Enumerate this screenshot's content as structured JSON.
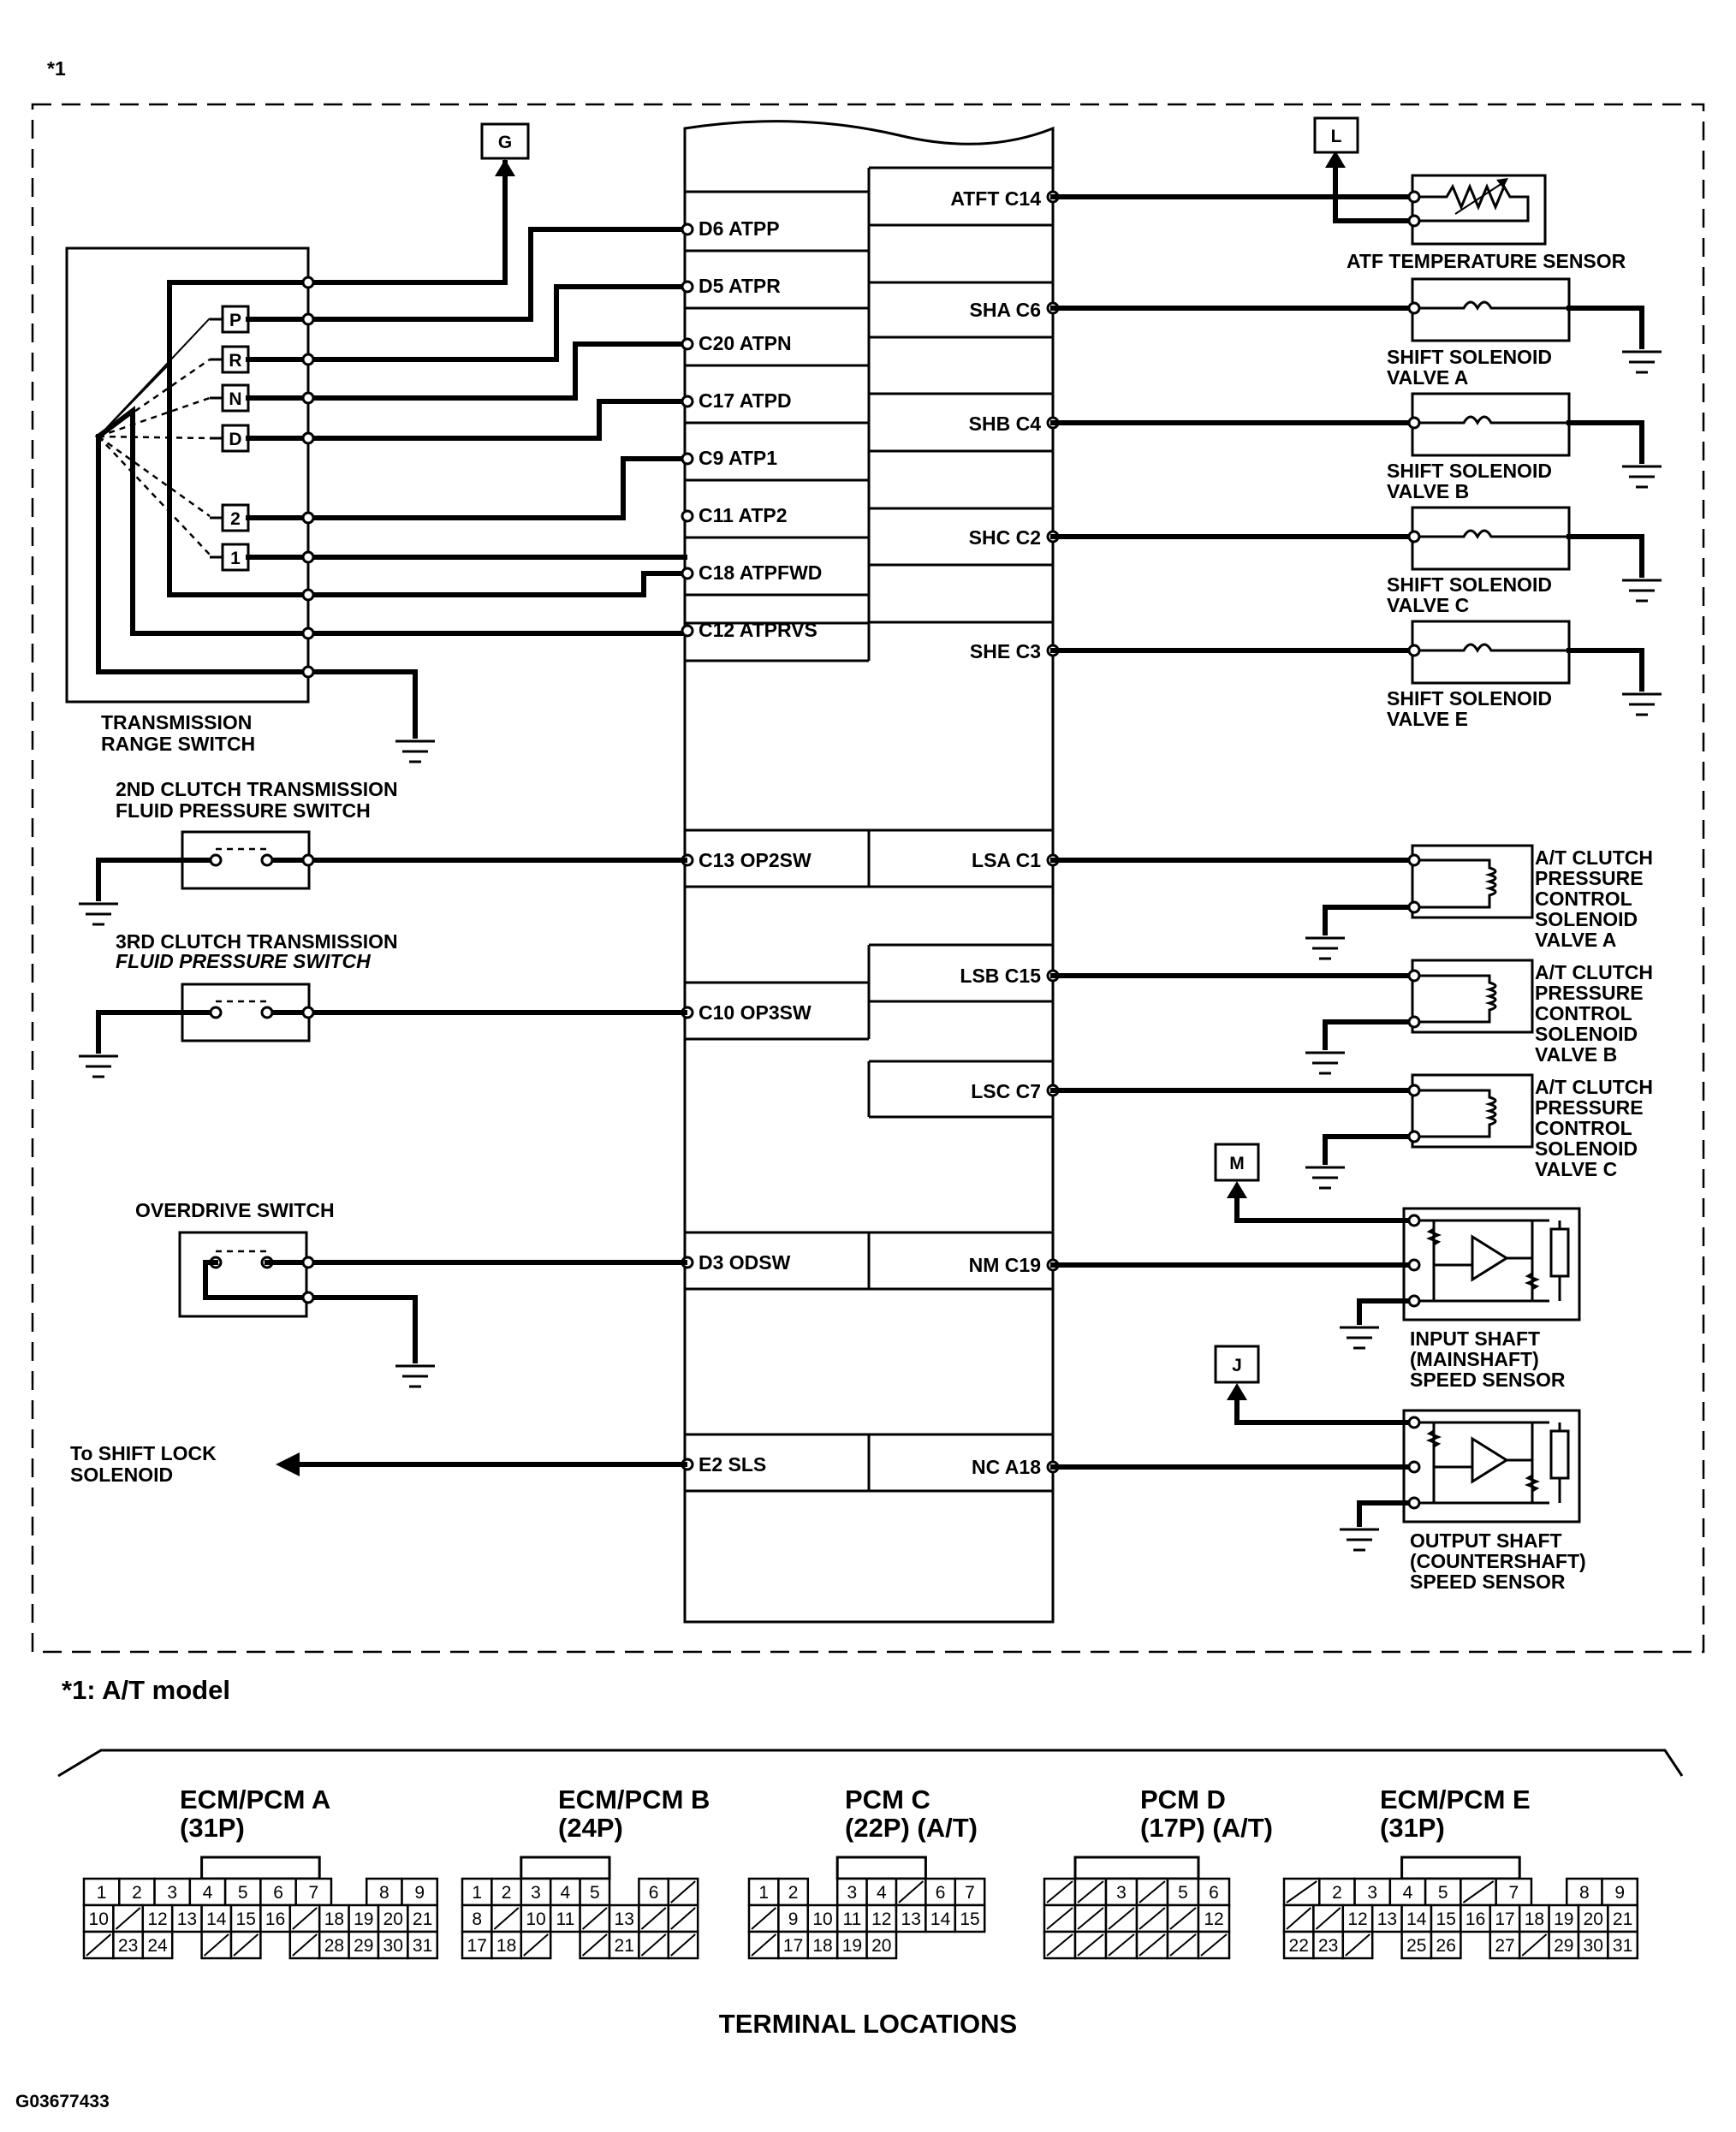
{
  "header": {
    "star_note": "*1"
  },
  "footnote": "*1: A/T model",
  "figure_code": "G03677433",
  "terminal_locations_title": "TERMINAL LOCATIONS",
  "connector_keys": {
    "G": "G",
    "L": "L",
    "M": "M",
    "J": "J"
  },
  "range_switch": {
    "label_line1": "TRANSMISSION",
    "label_line2": "RANGE SWITCH",
    "positions": [
      "P",
      "R",
      "N",
      "D",
      "2",
      "1"
    ]
  },
  "ecm_left_pins": [
    "D6 ATPP",
    "D5 ATPR",
    "C20  ATPN",
    "C17 ATPD",
    "C9 ATP1",
    "C11 ATP2",
    "C18 ATPFWD",
    "C12 ATPRVS",
    "C13 OP2SW",
    "C10 OP3SW",
    "D3 ODSW",
    "E2 SLS"
  ],
  "ecm_right_pins": [
    "ATFT C14",
    "SHA C6",
    "SHB C4",
    "SHC C2",
    "SHE C3",
    "LSA C1",
    "LSB C15",
    "LSC C7",
    "NM C19",
    "NC A18"
  ],
  "left_components": {
    "op2_line1": "2ND CLUTCH TRANSMISSION",
    "op2_line2": "FLUID PRESSURE SWITCH",
    "op3_line1": "3RD CLUTCH TRANSMISSION",
    "op3_line2": "FLUID PRESSURE SWITCH",
    "overdrive": "OVERDRIVE SWITCH",
    "shift_lock_line1": "To SHIFT LOCK",
    "shift_lock_line2": "SOLENOID"
  },
  "right_components": {
    "atf_sensor": "ATF TEMPERATURE SENSOR",
    "sol_line1": "SHIFT SOLENOID",
    "sol_a": "VALVE A",
    "sol_b": "VALVE B",
    "sol_c": "VALVE C",
    "sol_e": "VALVE E",
    "pc_line1": "A/T CLUTCH",
    "pc_line2": "PRESSURE",
    "pc_line3": "CONTROL",
    "pc_line4": "SOLENOID",
    "pc_a": "VALVE A",
    "pc_b": "VALVE B",
    "pc_c": "VALVE C",
    "input_line1": "INPUT SHAFT",
    "input_line2": "(MAINSHAFT)",
    "input_line3": "SPEED SENSOR",
    "output_line1": "OUTPUT SHAFT",
    "output_line2": "(COUNTERSHAFT)",
    "output_line3": "SPEED SENSOR"
  },
  "connectors": [
    {
      "name": "ECM/PCM A",
      "pins": "(31P)",
      "rows": [
        [
          "1",
          "2",
          "3",
          "4",
          "5",
          "6",
          "7",
          "",
          "8",
          "9"
        ],
        [
          "10",
          "/",
          "12",
          "13",
          "14",
          "15",
          "16",
          "/",
          "18",
          "19",
          "20",
          "21"
        ],
        [
          "/",
          "23",
          "24",
          "",
          "/",
          "/",
          "",
          "/",
          "28",
          "29",
          "30",
          "31"
        ]
      ]
    },
    {
      "name": "ECM/PCM B",
      "pins": "(24P)",
      "rows": [
        [
          "1",
          "2",
          "3",
          "4",
          "5",
          "",
          "6",
          "/"
        ],
        [
          "8",
          "/",
          "10",
          "11",
          "/",
          "13",
          "/",
          "/"
        ],
        [
          "17",
          "18",
          "/",
          "",
          "/",
          "21",
          "/",
          "/"
        ]
      ]
    },
    {
      "name": "PCM C",
      "pins": "(22P) (A/T)",
      "rows": [
        [
          "1",
          "2",
          "",
          "3",
          "4",
          "/",
          "6",
          "7"
        ],
        [
          "/",
          "9",
          "10",
          "11",
          "12",
          "13",
          "14",
          "15"
        ],
        [
          "/",
          "17",
          "18",
          "19",
          "20",
          "",
          "",
          ""
        ]
      ]
    },
    {
      "name": "PCM D",
      "pins": "(17P) (A/T)",
      "rows": [
        [
          "/",
          "/",
          "3",
          "/",
          "5",
          "6"
        ],
        [
          "/",
          "/",
          "/",
          "/",
          "/",
          "12"
        ],
        [
          "/",
          "/",
          "/",
          "/",
          "/",
          "/"
        ]
      ]
    },
    {
      "name": "ECM/PCM E",
      "pins": "(31P)",
      "rows": [
        [
          "/",
          "2",
          "3",
          "4",
          "5",
          "/",
          "7",
          "",
          "8",
          "9"
        ],
        [
          "/",
          "/",
          "12",
          "13",
          "14",
          "15",
          "16",
          "17",
          "18",
          "19",
          "20",
          "21"
        ],
        [
          "22",
          "23",
          "/",
          "",
          "25",
          "26",
          "",
          "27",
          "/",
          "29",
          "30",
          "31"
        ]
      ]
    }
  ]
}
